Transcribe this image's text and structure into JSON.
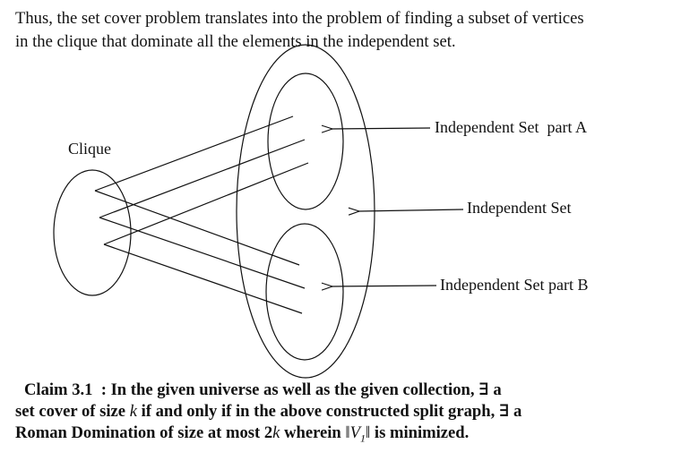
{
  "paragraph": {
    "line1": "Thus, the set cover problem translates into the problem of finding a subset of vertices",
    "line2": "in the clique that dominate all the elements in the independent set."
  },
  "figure": {
    "clique_label": "Clique",
    "part_a_label": "Independent Set  part A",
    "set_label": "Independent Set",
    "part_b_label": "Independent Set part B"
  },
  "claim": {
    "heading": "Claim 3.1",
    "line1_rest": "  : In the given universe as well as the given collection, ∃ a",
    "line2_pre": "set cover of size ",
    "k": "k",
    "line2_post": " if and only if in the above constructed split graph, ∃ a",
    "line3_pre": "Roman Domination of size at most 2",
    "k2": "k",
    "line3_mid": " wherein ",
    "v1": "‖V",
    "v1_sub": "1",
    "v1_close": "‖",
    "line3_post": " is minimized."
  },
  "colors": {
    "ink": "#111111",
    "background": "#ffffff"
  }
}
